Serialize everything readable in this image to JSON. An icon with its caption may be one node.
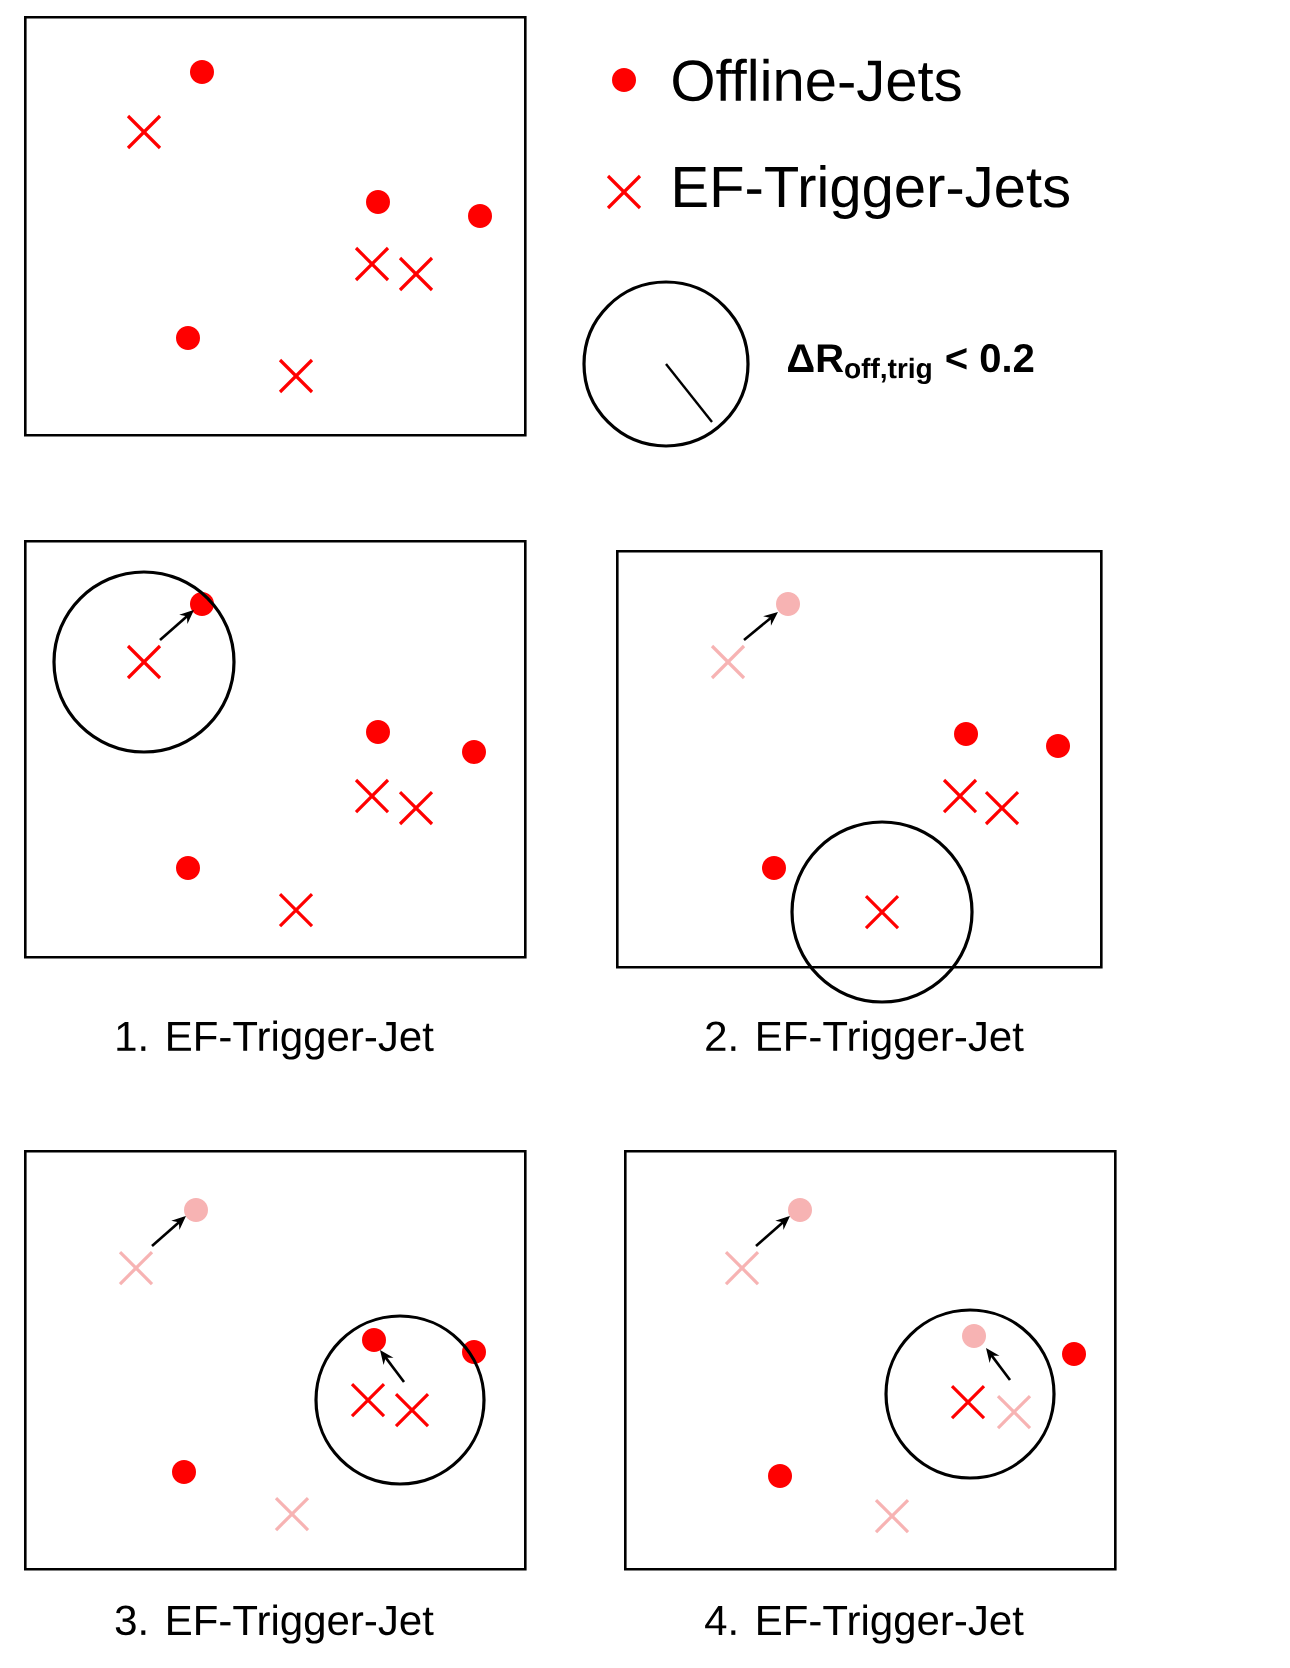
{
  "diagram": {
    "nodes": [
      {
        "text": [],
        "shape": "box"
      },
      {
        "text": [],
        "shape": "box",
        "beside": [
          "1. EF-Trigger-Jet"
        ]
      },
      {
        "text": [],
        "shape": "box",
        "beside": [
          "2. EF-Trigger-Jet"
        ]
      },
      {
        "text": [],
        "shape": "box",
        "beside": [
          "3. EF-Trigger-Jet"
        ]
      },
      {
        "text": [],
        "shape": "box",
        "beside": [
          "4. EF-Trigger-Jet"
        ]
      }
    ],
    "edges": [],
    "labels": [
      "ΔR$_{off,trig}$ < 0.2"
    ],
    "legend": [
      {
        "text": "Offline-Jets"
      },
      {
        "text": "EF-Trigger-Jets"
      }
    ]
  }
}
